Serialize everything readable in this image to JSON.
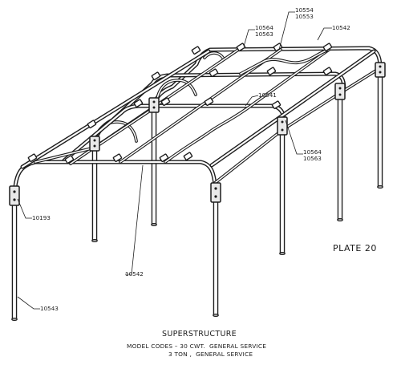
{
  "plate": {
    "label": "PLATE 20"
  },
  "caption": {
    "title": "SUPERSTRUCTURE",
    "line1": "MODEL CODES – 30 CWT.  GENERAL SERVICE",
    "line2": "3 TON ,  GENERAL SERVICE"
  },
  "part_numbers": {
    "p10554": "10554",
    "p10553": "10553",
    "p10564_top": "10564",
    "p10563_top": "10563",
    "p10542_top": "10542",
    "p10541": "10541",
    "p10564_right": "10564",
    "p10563_right": "10563",
    "p10193": "10193",
    "p10542_bottom": "10542",
    "p10543": "10543"
  }
}
